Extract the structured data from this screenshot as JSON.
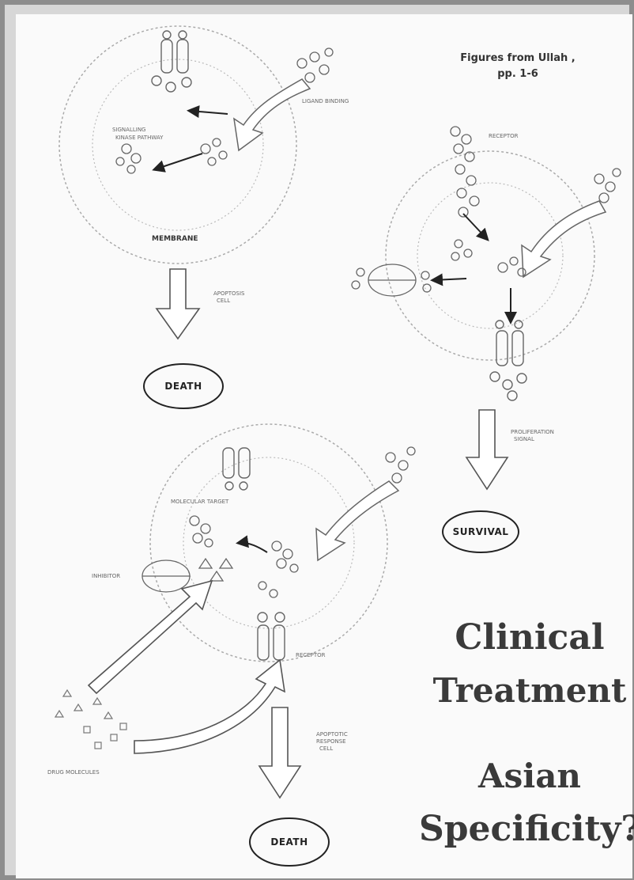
{
  "caption": {
    "line1": "Figures from Ullah ,",
    "line2": "pp. 1-6"
  },
  "outcomes": {
    "top_left": "DEATH",
    "right": "SURVIVAL",
    "bottom": "DEATH"
  },
  "cell_labels": {
    "membrane": "MEMBRANE"
  },
  "headline": {
    "line1": "Clinical",
    "line2": "Treatment",
    "line3": "Asian",
    "line4": "Specificity?"
  },
  "colors": {
    "ink": "#3a3a3a",
    "sheet": "#fafafa",
    "frame": "#8d8d8d"
  }
}
